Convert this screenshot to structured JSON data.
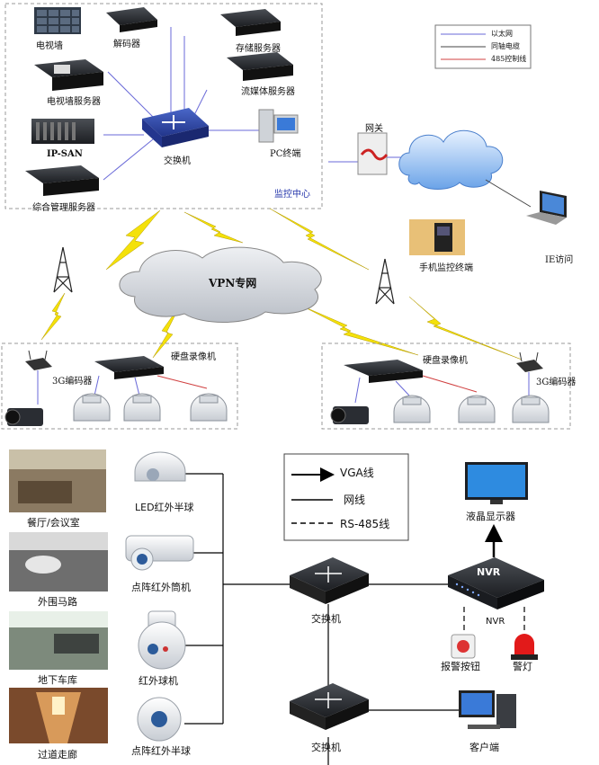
{
  "top": {
    "devices": {
      "tv_wall": "电视墙",
      "decoder": "解码器",
      "storage_server": "存储服务器",
      "tv_wall_server": "电视墙服务器",
      "stream_server": "流媒体服务器",
      "ip_san": "IP-SAN",
      "switch": "交换机",
      "pc_terminal": "PC终端",
      "mgmt_server": "综合管理服务器",
      "monitor_center": "监控中心",
      "gateway": "网关",
      "mobile_terminal": "手机监控终端",
      "ie_access": "IE访问",
      "vpn": "VPN专网",
      "dvr_left": "硬盘录像机",
      "dvr_right": "硬盘录像机",
      "encoder_left": "3G编码器",
      "encoder_right": "3G编码器"
    },
    "legend": [
      "以太网",
      "同轴电缆",
      "485控制线"
    ],
    "colors": {
      "ethernet": "#6a6ad8",
      "coax": "#444444",
      "rs485": "#d04040",
      "center_label": "#2233aa"
    }
  },
  "bottom": {
    "legend": {
      "vga": "VGA线",
      "net": "网线",
      "rs485": "RS-485线"
    },
    "scenes": [
      "餐厅/会议室",
      "外围马路",
      "地下车库",
      "过道走廊"
    ],
    "cameras": [
      "LED红外半球",
      "点阵红外筒机",
      "红外球机",
      "点阵红外半球"
    ],
    "switch_top": "交换机",
    "switch_bottom": "交换机",
    "nvr_badge": "NVR",
    "nvr_label": "NVR",
    "monitor": "液晶显示器",
    "alarm_button": "报警按钮",
    "alarm_light": "警灯",
    "client": "客户端"
  }
}
